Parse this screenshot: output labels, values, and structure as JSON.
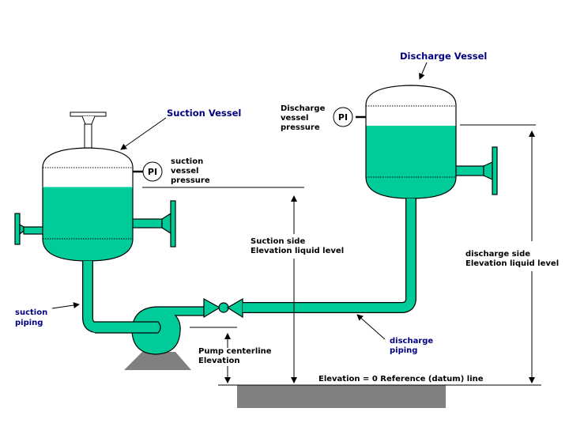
{
  "diagram": {
    "title": "Pump system elevation diagram",
    "colors": {
      "fluid": "#00cc99",
      "label_blue": "#000080",
      "ground": "#808080",
      "outline": "#000000"
    },
    "vessels": {
      "suction": {
        "label": "Suction Vessel",
        "instrument": "PI",
        "instrument_label": [
          "suction",
          "vessel",
          "pressure"
        ]
      },
      "discharge": {
        "label": "Discharge Vessel",
        "instrument": "PI",
        "instrument_label": [
          "Discharge",
          "vessel",
          "pressure"
        ]
      }
    },
    "piping": {
      "suction": [
        "suction",
        "piping"
      ],
      "discharge": [
        "discharge",
        "piping"
      ]
    },
    "dimensions": {
      "suction_side": [
        "Suction side",
        "Elevation liquid level"
      ],
      "discharge_side": [
        "discharge side",
        "Elevation liquid level"
      ],
      "pump_centerline": [
        "Pump centerline",
        "Elevation"
      ],
      "datum": "Elevation = 0 Reference (datum) line"
    },
    "icons": [
      "pressure-indicator-icon",
      "gate-valve-icon",
      "centrifugal-pump-icon",
      "arrow-icon"
    ]
  }
}
